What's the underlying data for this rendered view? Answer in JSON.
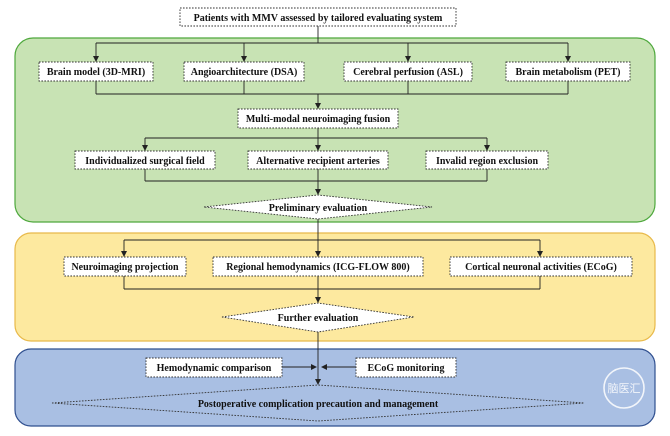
{
  "top": {
    "label": "Patients with MMV assessed by tailored evaluating system"
  },
  "imaging_modalities": [
    {
      "label": "Brain model (3D-MRI)"
    },
    {
      "label": "Angioarchitecture (DSA)"
    },
    {
      "label": "Cerebral perfusion (ASL)"
    },
    {
      "label": "Brain metabolism (PET)"
    }
  ],
  "fusion": {
    "label": "Multi-modal neuroimaging fusion"
  },
  "fusion_outputs": [
    {
      "label": "Individualized surgical field"
    },
    {
      "label": "Alternative recipient arteries"
    },
    {
      "label": "Invalid region exclusion"
    }
  ],
  "preliminary": {
    "label": "Preliminary evaluation"
  },
  "intraop": [
    {
      "label": "Neuroimaging projection"
    },
    {
      "label": "Regional hemodynamics (ICG-FLOW 800)"
    },
    {
      "label": "Cortical neuronal activities (ECoG)"
    }
  ],
  "further": {
    "label": "Further evaluation"
  },
  "postop": [
    {
      "label": "Hemodynamic comparison"
    },
    {
      "label": "ECoG monitoring"
    }
  ],
  "final": {
    "label": "Postoperative complication precaution and management"
  },
  "watermark": {
    "label": "脑医汇"
  },
  "colors": {
    "green_fill": "#c8e3b4",
    "green_stroke": "#4ea83c",
    "yellow_fill": "#fde99f",
    "yellow_stroke": "#e8b94a",
    "blue_fill": "#a9bfe3",
    "blue_stroke": "#2f4f8f"
  }
}
